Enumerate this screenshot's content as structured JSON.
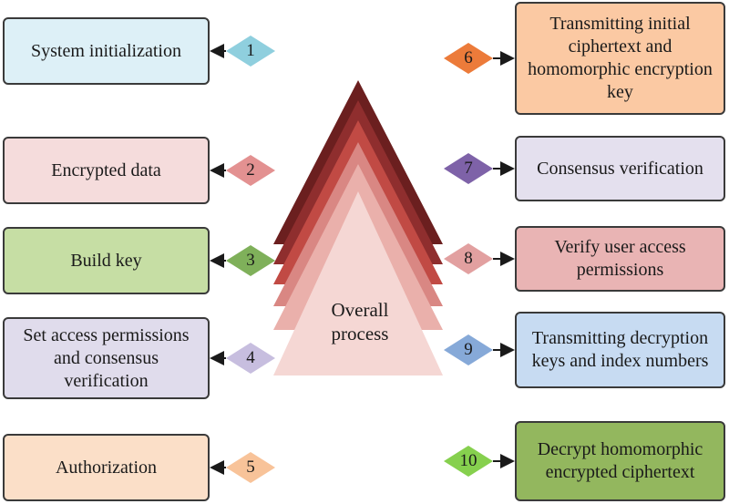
{
  "left_steps": [
    {
      "num": "1",
      "label": "System initialization",
      "fill": "#ddf0f7",
      "diamond": "#8fcfde"
    },
    {
      "num": "2",
      "label": "Encrypted data",
      "fill": "#f5dcdc",
      "diamond": "#e39191"
    },
    {
      "num": "3",
      "label": "Build key",
      "fill": "#c6dea4",
      "diamond": "#7fb05a"
    },
    {
      "num": "4",
      "label": "Set access permissions and consensus verification",
      "fill": "#e0dcec",
      "diamond": "#c7bedf"
    },
    {
      "num": "5",
      "label": "Authorization",
      "fill": "#fbdfc8",
      "diamond": "#f8c399"
    }
  ],
  "right_steps": [
    {
      "num": "6",
      "label": "Transmitting initial ciphertext and homomorphic encryption key",
      "fill": "#fbc9a3",
      "diamond": "#ec7b3a"
    },
    {
      "num": "7",
      "label": "Consensus verification",
      "fill": "#e4e0ee",
      "diamond": "#7e62a8"
    },
    {
      "num": "8",
      "label": "Verify user access permissions",
      "fill": "#e9b4b4",
      "diamond": "#e2a0a0"
    },
    {
      "num": "9",
      "label": "Transmitting decryption keys and index numbers",
      "fill": "#c7dbf2",
      "diamond": "#86a9d8"
    },
    {
      "num": "10",
      "label": "Decrypt homomorphic encrypted ciphertext",
      "fill": "#93b75e",
      "diamond": "#86d04e"
    }
  ],
  "center": {
    "label": "Overall process",
    "layer_colors": [
      "#6b1f1f",
      "#8f2e2e",
      "#c14a44",
      "#d98783",
      "#eab0ab",
      "#f5d7d4"
    ]
  }
}
